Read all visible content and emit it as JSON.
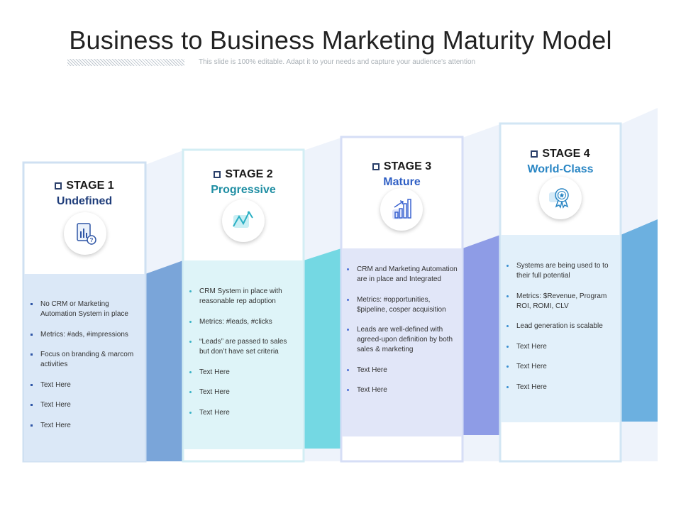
{
  "title": "Business to Business Marketing Maturity Model",
  "subtitle": "This slide is 100% editable. Adapt it to your needs and capture your audience’s attention",
  "colors": {
    "stage1_name": "#1f3d7a",
    "stage2_name": "#1f8ea3",
    "stage3_name": "#2f5fc4",
    "stage4_name": "#2a86c4"
  },
  "stages": [
    {
      "label": "STAGE 1",
      "name": "Undefined",
      "icon": "document-question-icon",
      "bullets": [
        "No CRM or Marketing Automation System  in place",
        "Metrics: #ads, #impressions",
        "Focus on branding & marcom activities",
        "Text Here",
        "Text Here",
        "Text Here"
      ]
    },
    {
      "label": "STAGE 2",
      "name": "Progressive",
      "icon": "zigzag-arrow-icon",
      "bullets": [
        "CRM System in place with reasonable rep adoption",
        "Metrics: #leads, #clicks",
        "“Leads” are passed to sales but don’t have set criteria",
        "Text Here",
        "Text Here",
        "Text Here"
      ]
    },
    {
      "label": "STAGE 3",
      "name": "Mature",
      "icon": "growth-chart-icon",
      "bullets": [
        "CRM and Marketing Automation are in place and Integrated",
        "Metrics: #opportunities, $pipeline, cosper acquisition",
        "Leads are well-defined with agreed-upon definition by both sales & marketing",
        "Text Here",
        "Text Here"
      ]
    },
    {
      "label": "STAGE 4",
      "name": "World-Class",
      "icon": "award-badge-icon",
      "bullets": [
        "Systems are being used to to their full potential",
        "Metrics: $Revenue, Program ROI, ROMI, CLV",
        "Lead generation is scalable",
        "Text Here",
        "Text Here",
        "Text Here"
      ]
    }
  ]
}
